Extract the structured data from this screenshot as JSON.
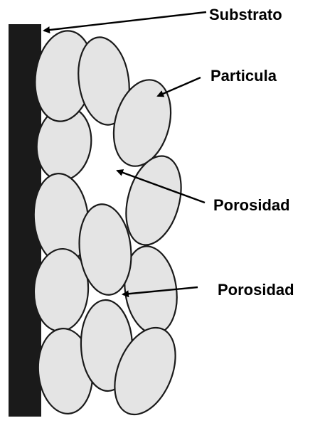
{
  "labels": {
    "substrate": "Substrato",
    "particle": "Particula",
    "porosity_1": "Porosidad",
    "porosity_2": "Porosidad"
  },
  "colors": {
    "substrate": "#1a1a1a",
    "particle_fill": "#e4e4e4",
    "particle_stroke": "#1a1a1a",
    "background": "#ffffff",
    "text": "#000000"
  }
}
